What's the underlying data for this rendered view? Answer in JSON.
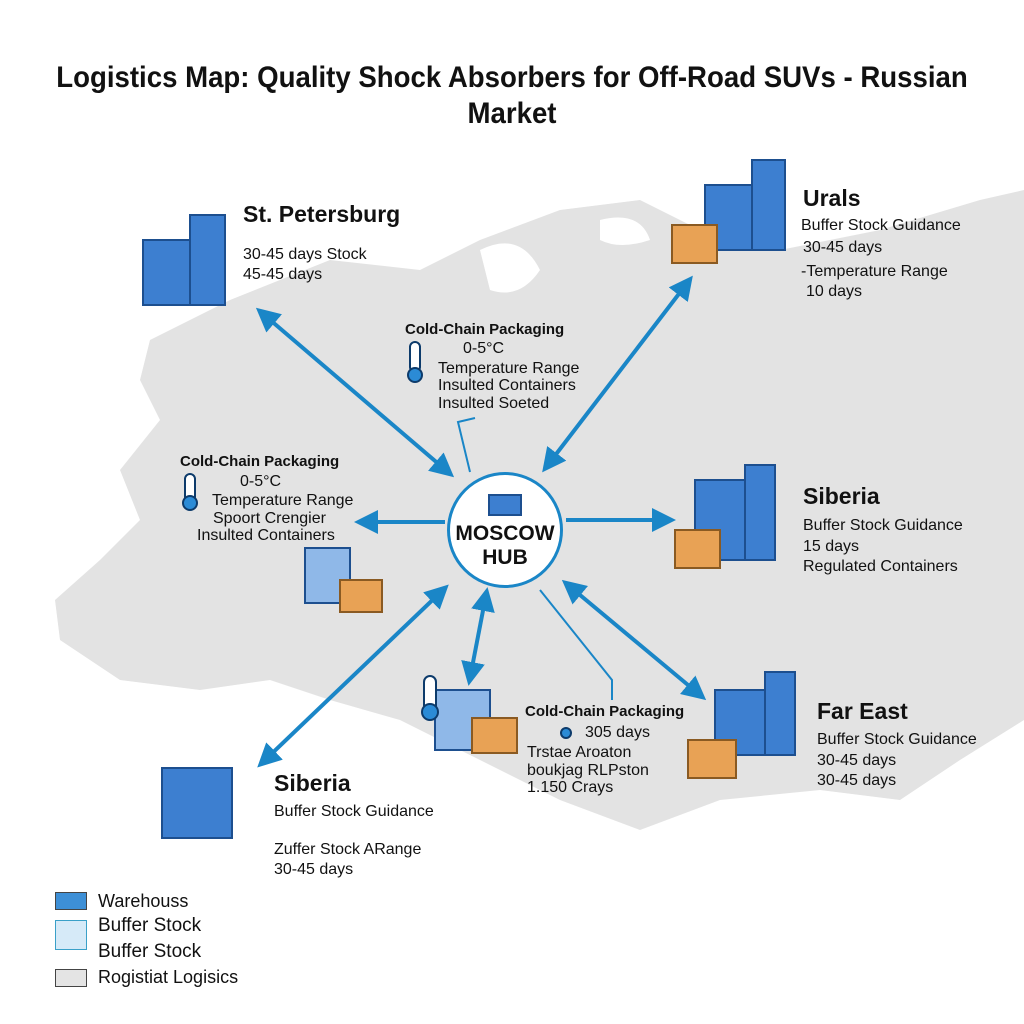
{
  "title": "Logistics Map: Quality Shock Absorbers for Off-Road SUVs - Russian Market",
  "hub": {
    "line1": "MOSCOW",
    "line2": "HUB"
  },
  "nodes": {
    "st_petersburg": {
      "title": "St. Petersburg",
      "lines": [
        "30-45 days Stock",
        "45-45 days"
      ]
    },
    "urals": {
      "title": "Urals",
      "lines": [
        "Buffer Stock Guidance",
        "30-45 days",
        "-Temperature Range",
        "10 days"
      ]
    },
    "siberia_east": {
      "title": "Siberia",
      "lines": [
        "Buffer Stock Guidance",
        "15 days",
        "Regulated Containers"
      ]
    },
    "far_east": {
      "title": "Far East",
      "lines": [
        "Buffer Stock Guidance",
        "30-45 days",
        "30-45 days"
      ]
    },
    "siberia_south": {
      "title": "Siberia",
      "lines": [
        "Buffer Stock Guidance",
        "Zuffer Stock ARange",
        "30-45 days"
      ]
    }
  },
  "cold_chain": {
    "top": {
      "title": "Cold-Chain Packaging",
      "lines": [
        "0-5°C",
        "Temperature Range",
        "Insulted Containers",
        "Insulted Soeted"
      ]
    },
    "left": {
      "title": "Cold-Chain Packaging",
      "lines": [
        "0-5°C",
        "Temperature Range",
        "Spoort Crengier",
        "Insulted Containers"
      ]
    },
    "bottom": {
      "title": "Cold-Chain Packaging",
      "lines": [
        "305 days",
        "Trstae Aroaton",
        "boukjag RLPston",
        "1.150 Crays"
      ]
    }
  },
  "legend": [
    {
      "label": "Warehouss",
      "color": "#3d8fd6"
    },
    {
      "label": "Buffer Stock",
      "color": "#d6eaf8"
    },
    {
      "label": "Buffer Stock",
      "color": "#d6eaf8"
    },
    {
      "label": "Rogistiat Logisics",
      "color": "#e4e4e4"
    }
  ],
  "colors": {
    "arrow": "#1a86c7",
    "map": "#e3e3e3",
    "building": "#3d7fd0",
    "box": "#e8a255"
  }
}
